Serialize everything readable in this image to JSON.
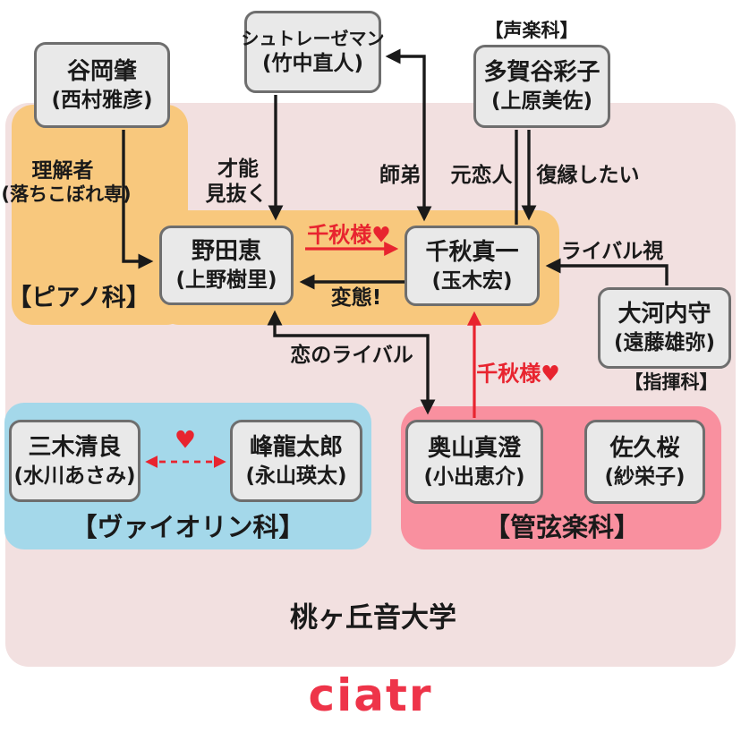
{
  "university": "桃ヶ丘音大学",
  "brand_logo": "ciatr",
  "sections": {
    "piano": "【ピアノ科】",
    "vocal": "【声楽科】",
    "conducting": "【指揮科】",
    "violin": "【ヴァイオリン科】",
    "orchestra": "【管弦楽科】"
  },
  "characters": {
    "tanioka": {
      "name": "谷岡肇",
      "actor": "(西村雅彦)"
    },
    "stresemann": {
      "name": "シュトレーゼマン",
      "actor": "(竹中直人)"
    },
    "tagaya": {
      "name": "多賀谷彩子",
      "actor": "(上原美佐)"
    },
    "noda": {
      "name": "野田恵",
      "actor": "(上野樹里)"
    },
    "chiaki": {
      "name": "千秋真一",
      "actor": "(玉木宏)"
    },
    "okochi": {
      "name": "大河内守",
      "actor": "(遠藤雄弥)"
    },
    "miki": {
      "name": "三木清良",
      "actor": "(水川あさみ)"
    },
    "mine": {
      "name": "峰龍太郎",
      "actor": "(永山瑛太)"
    },
    "okuyama": {
      "name": "奥山真澄",
      "actor": "(小出恵介)"
    },
    "saku": {
      "name": "佐久桜",
      "actor": "(紗栄子)"
    }
  },
  "relations": {
    "rikaisha": "理解者",
    "rikaisha_note": "(落ちこぼれ専)",
    "sainou_line1": "才能",
    "sainou_line2": "見抜く",
    "shitei": "師弟",
    "moto_koibito": "元恋人",
    "fukuen": "復縁したい",
    "chiaki_sama_noda": "千秋様♥",
    "hentai": "変態!",
    "rival_shi": "ライバル視",
    "koi_no_rival": "恋のライバル",
    "chiaki_sama_okuyama": "千秋様♥",
    "heart": "♥"
  },
  "colors": {
    "background_rose": "#f2e0e0",
    "piano_orange": "#f8c87d",
    "violin_blue": "#a4d8ea",
    "orchestra_pink": "#f9909f",
    "box_fill": "#e9e9e9",
    "box_border": "#6e6e6e",
    "accent_red": "#e8242f",
    "brand_red": "#ee3449",
    "text_black": "#1a1a1a"
  }
}
